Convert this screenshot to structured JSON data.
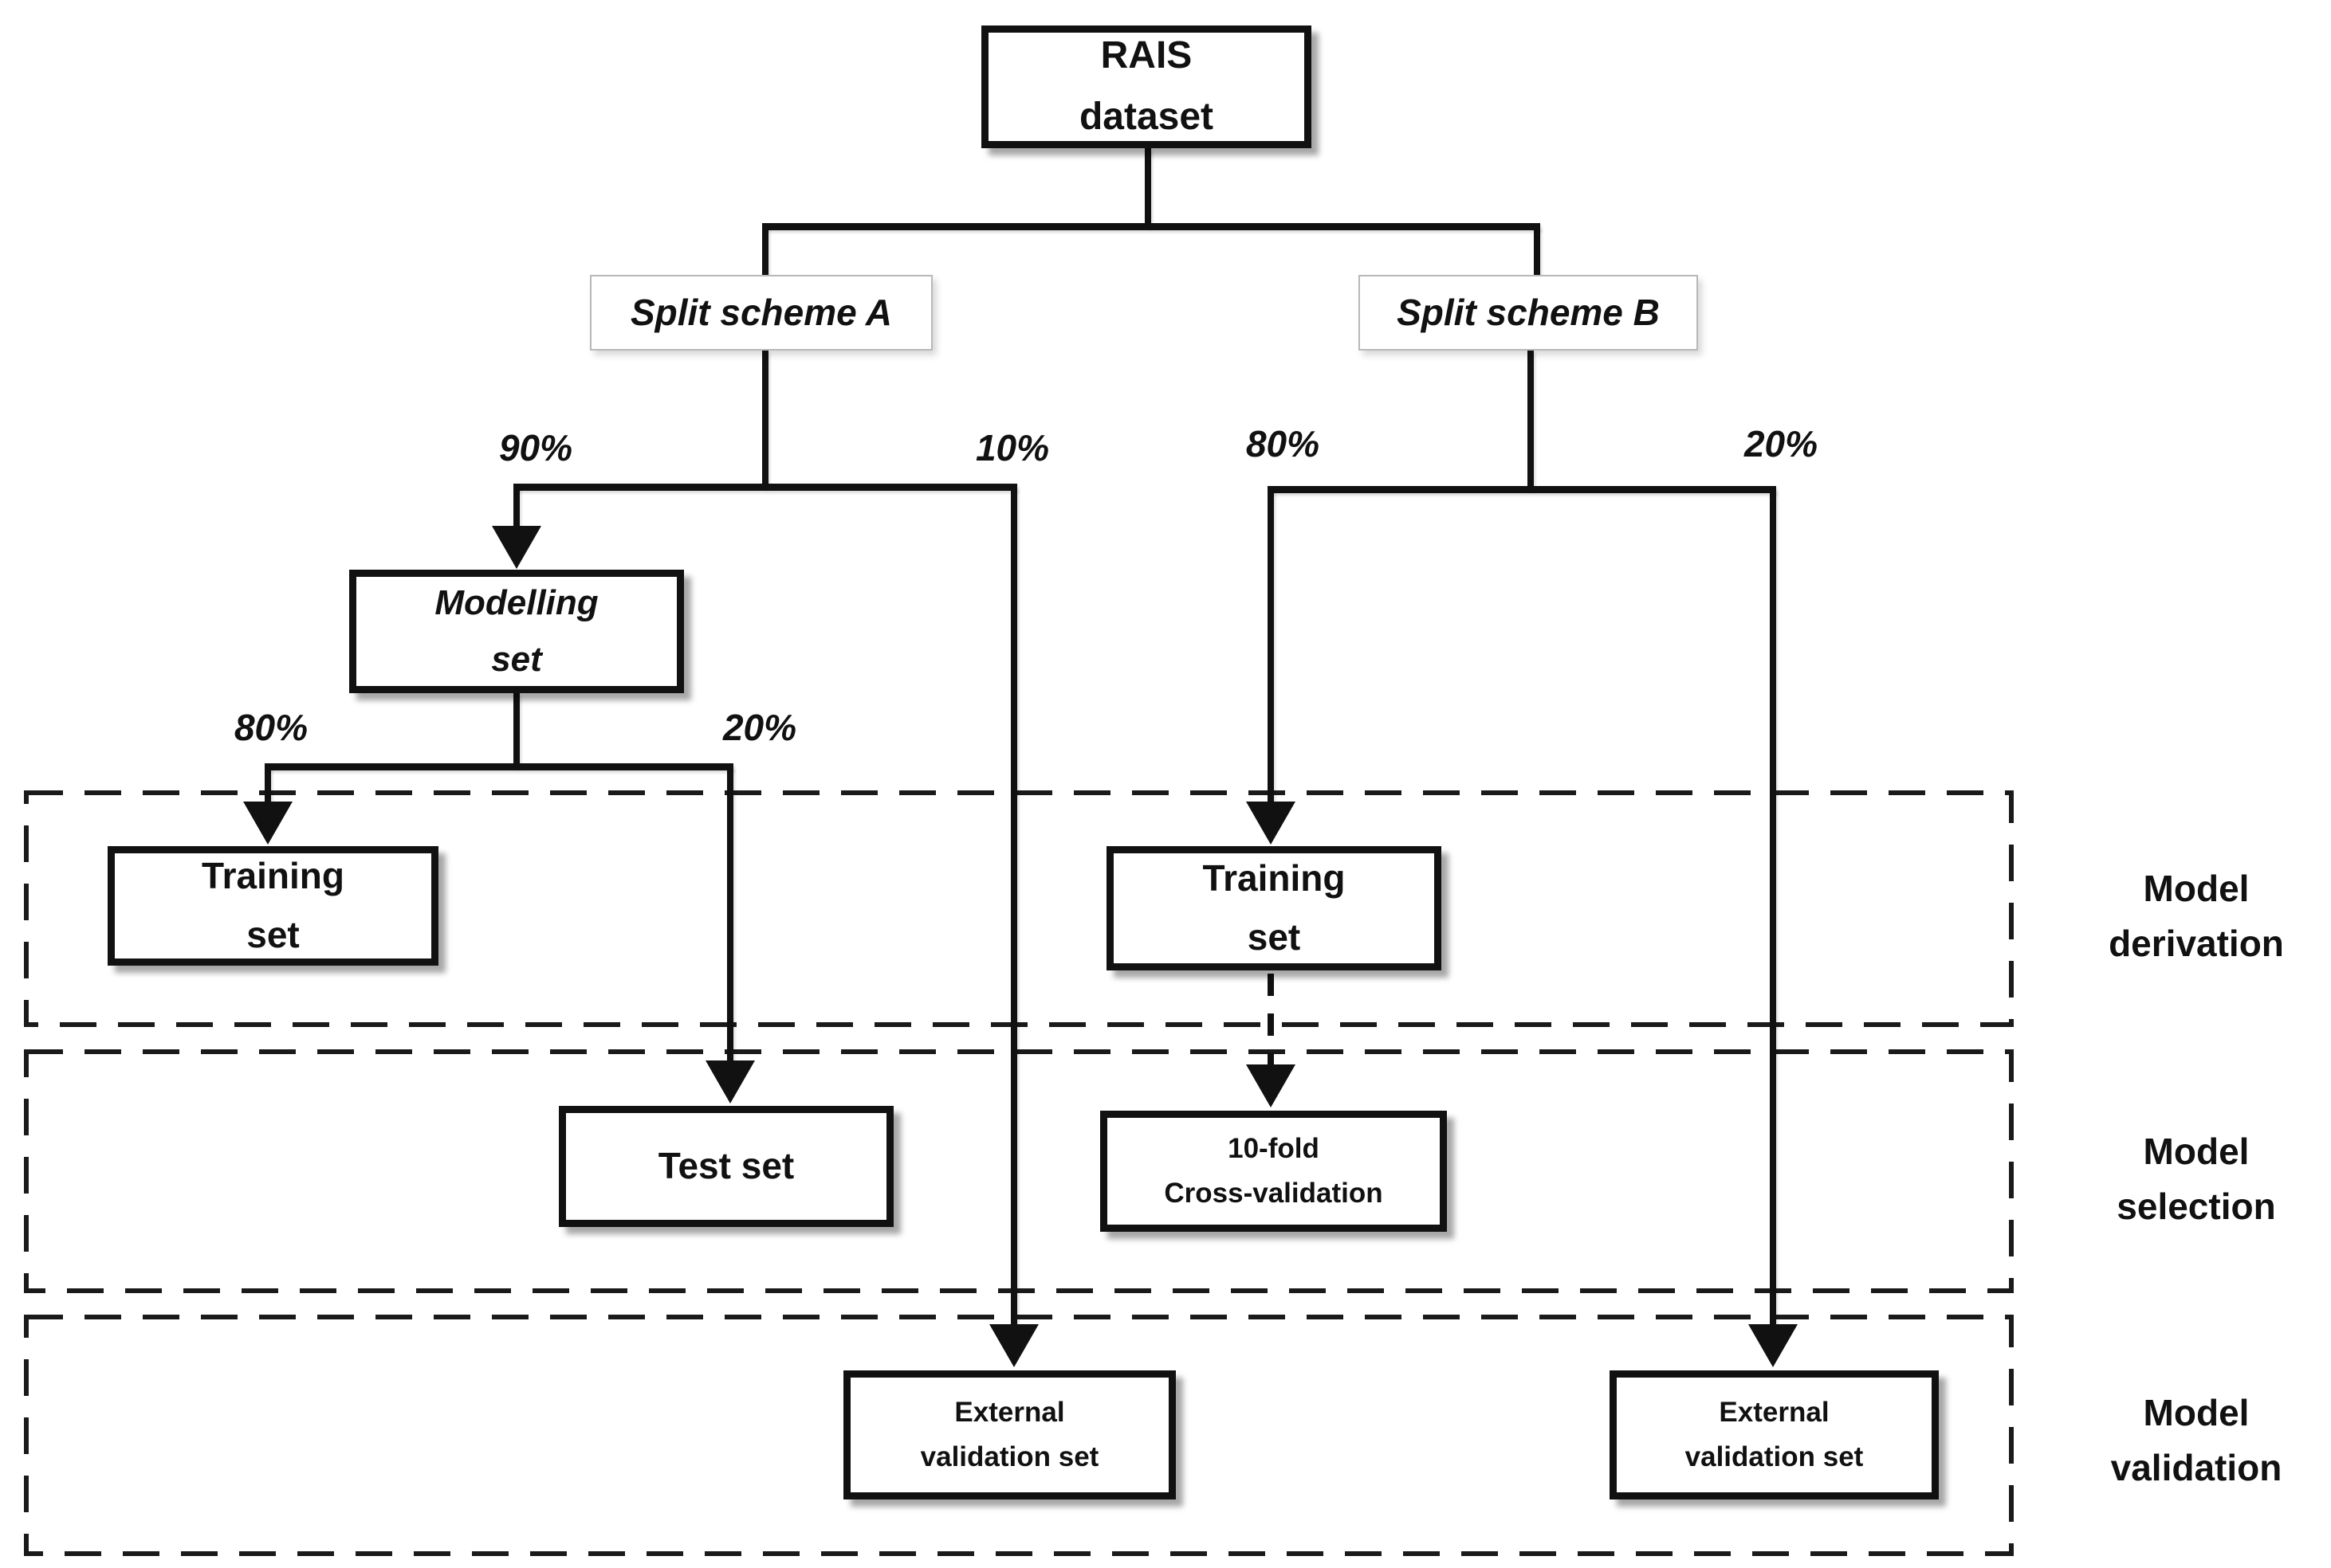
{
  "diagram": {
    "dataset_box": "RAIS\ndataset",
    "split_scheme_a": "Split scheme A",
    "split_scheme_b": "Split scheme B",
    "scheme_a": {
      "modelling_pct": "90%",
      "external_pct": "10%",
      "training_pct": "80%",
      "test_pct": "20%",
      "modelling_box": "Modelling\nset",
      "training_box": "Training\nset",
      "test_box": "Test set",
      "external_validation_box": "External\nvalidation set"
    },
    "scheme_b": {
      "training_pct": "80%",
      "external_pct": "20%",
      "training_box": "Training\nset",
      "cross_validation_box": "10-fold\nCross-validation",
      "external_validation_box": "External\nvalidation set"
    },
    "phase_labels": {
      "derivation": "Model\nderivation",
      "selection": "Model\nselection",
      "validation": "Model\nvalidation"
    },
    "colors": {
      "line": "#111111",
      "node_border": "#111111",
      "split_border": "#b8b8b8",
      "text": "#111111",
      "background": "#ffffff"
    }
  }
}
